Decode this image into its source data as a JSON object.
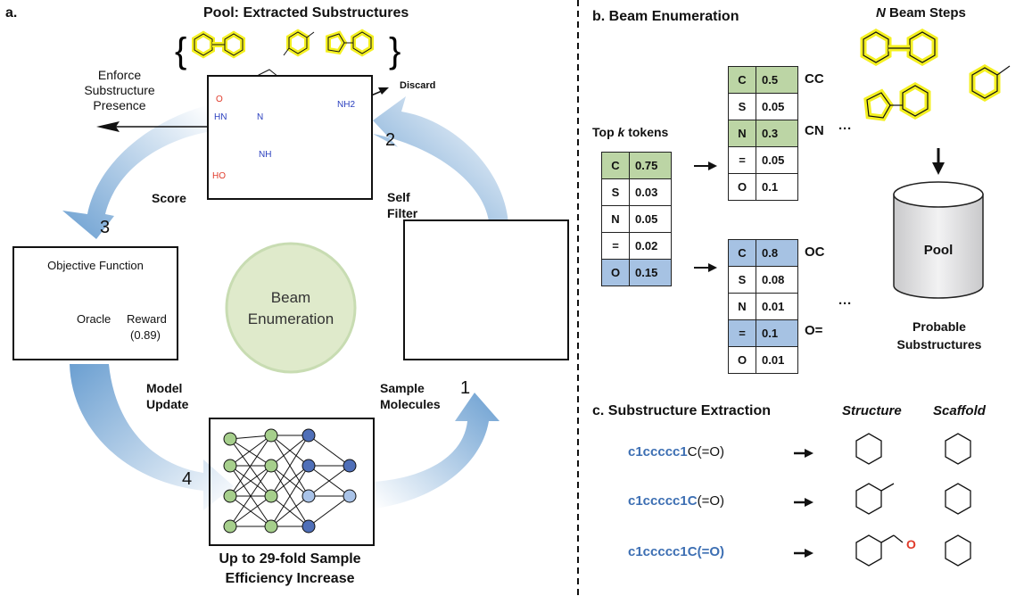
{
  "panel_a": {
    "label": "a.",
    "pool_title": "Pool: Extracted Substructures",
    "enforce_label": "Enforce Substructure Presence",
    "discard_label": "Discard",
    "self_filter_label": "Self Filter",
    "score_label": "Score",
    "objective_title": "Objective Function",
    "oracle_label": "Oracle",
    "reward_label": "Reward",
    "reward_value": "(0.89)",
    "model_update_label": "Model Update",
    "sample_label": "Sample Molecules",
    "center_label": "Beam Enumeration",
    "footer": "Up to 29-fold Sample Efficiency Increase",
    "step_numbers": [
      "1",
      "2",
      "3",
      "4"
    ],
    "atom_labels": {
      "o": "O",
      "hn": "HN",
      "n": "N",
      "nh": "NH",
      "nh2": "NH2",
      "ho": "HO"
    }
  },
  "panel_b": {
    "label": "b. Beam Enumeration",
    "topk_prefix": "Top",
    "topk_k": "k",
    "topk_suffix": "tokens",
    "nbeam_n": "N",
    "nbeam_suffix": "Beam Steps",
    "pool_label": "Pool",
    "probable_label": "Probable Substructures",
    "ellipsis": "···",
    "left_table": [
      {
        "token": "C",
        "prob": "0.75",
        "highlight": "green"
      },
      {
        "token": "S",
        "prob": "0.03",
        "highlight": ""
      },
      {
        "token": "N",
        "prob": "0.05",
        "highlight": ""
      },
      {
        "token": "=",
        "prob": "0.02",
        "highlight": ""
      },
      {
        "token": "O",
        "prob": "0.15",
        "highlight": "blue"
      }
    ],
    "upper_table": [
      {
        "token": "C",
        "prob": "0.5",
        "highlight": "green"
      },
      {
        "token": "S",
        "prob": "0.05",
        "highlight": ""
      },
      {
        "token": "N",
        "prob": "0.3",
        "highlight": "green"
      },
      {
        "token": "=",
        "prob": "0.05",
        "highlight": ""
      },
      {
        "token": "O",
        "prob": "0.1",
        "highlight": ""
      }
    ],
    "lower_table": [
      {
        "token": "C",
        "prob": "0.8",
        "highlight": "blue"
      },
      {
        "token": "S",
        "prob": "0.08",
        "highlight": ""
      },
      {
        "token": "N",
        "prob": "0.01",
        "highlight": ""
      },
      {
        "token": "=",
        "prob": "0.1",
        "highlight": "blue"
      },
      {
        "token": "O",
        "prob": "0.01",
        "highlight": ""
      }
    ],
    "upper_results": [
      "CC",
      "CN"
    ],
    "lower_results": [
      "OC",
      "O="
    ]
  },
  "panel_c": {
    "label": "c. Substructure Extraction",
    "structure_header": "Structure",
    "scaffold_header": "Scaffold",
    "rows": [
      {
        "bold": "c1ccccc1",
        "rest": "C(=O)"
      },
      {
        "bold": "c1ccccc1C",
        "rest": "(=O)"
      },
      {
        "bold": "c1ccccc1C(=O)",
        "rest": ""
      }
    ],
    "aldehyde_o": "O"
  },
  "colors": {
    "highlight_yellow": "#f4f020",
    "green_cell": "#bcd5a5",
    "blue_cell": "#a6c2e3",
    "smiles_blue": "#3d6fb3",
    "arrow_blue": "#6fa3d4",
    "center_circle": "#dfeacb",
    "node_green": "#a6cf8c",
    "node_blue_dark": "#4f6fb8",
    "node_blue_light": "#a9c3e8"
  }
}
